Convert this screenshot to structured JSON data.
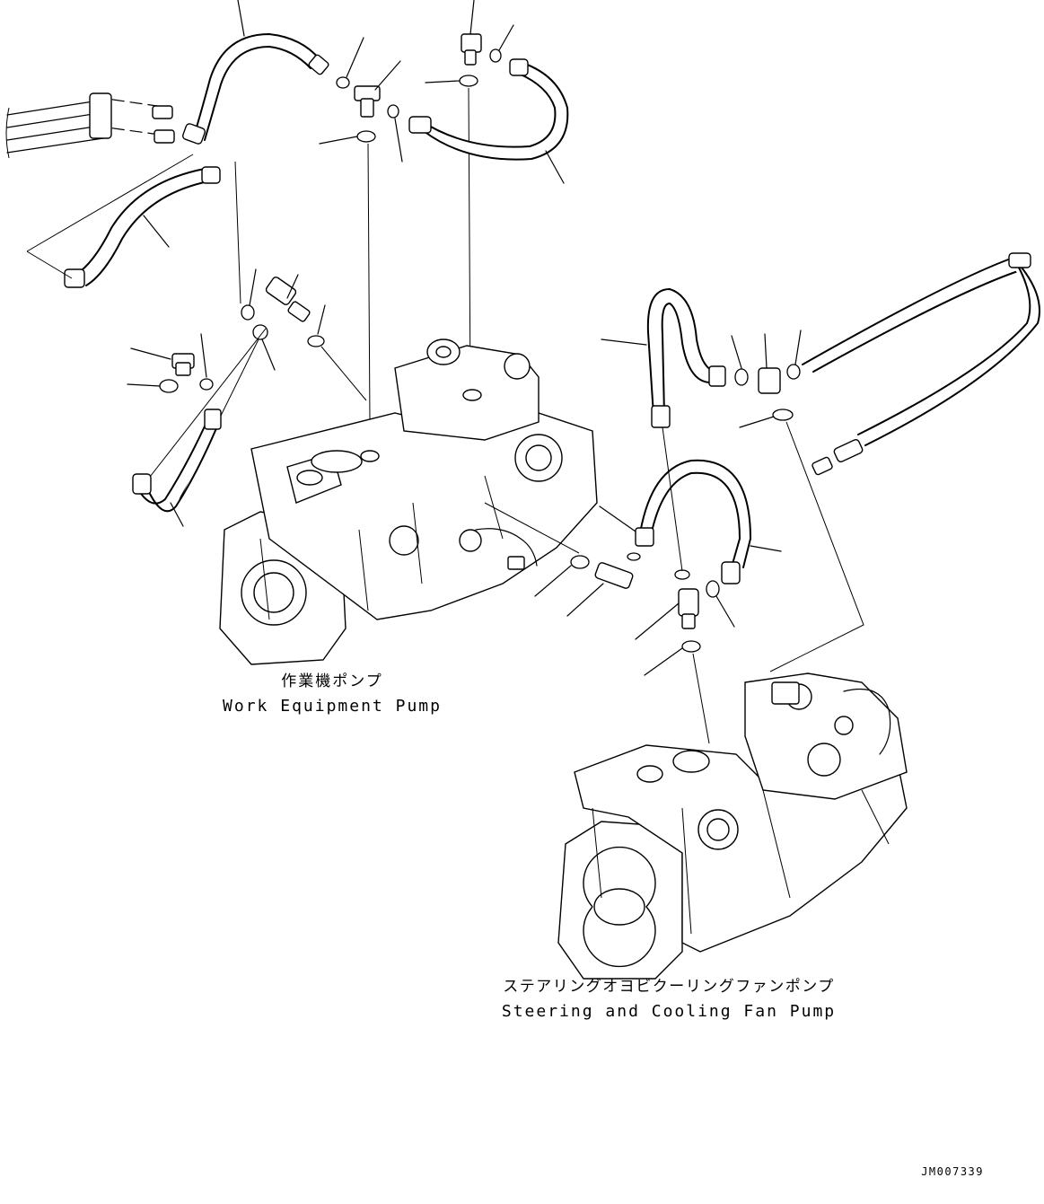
{
  "labels": {
    "work_pump_jp": "作業機ポンプ",
    "work_pump_en": "Work Equipment Pump",
    "steering_pump_jp": "ステアリングオヨビクーリングファンポンプ",
    "steering_pump_en": "Steering and Cooling Fan Pump"
  },
  "drawing_code": "JM007339"
}
